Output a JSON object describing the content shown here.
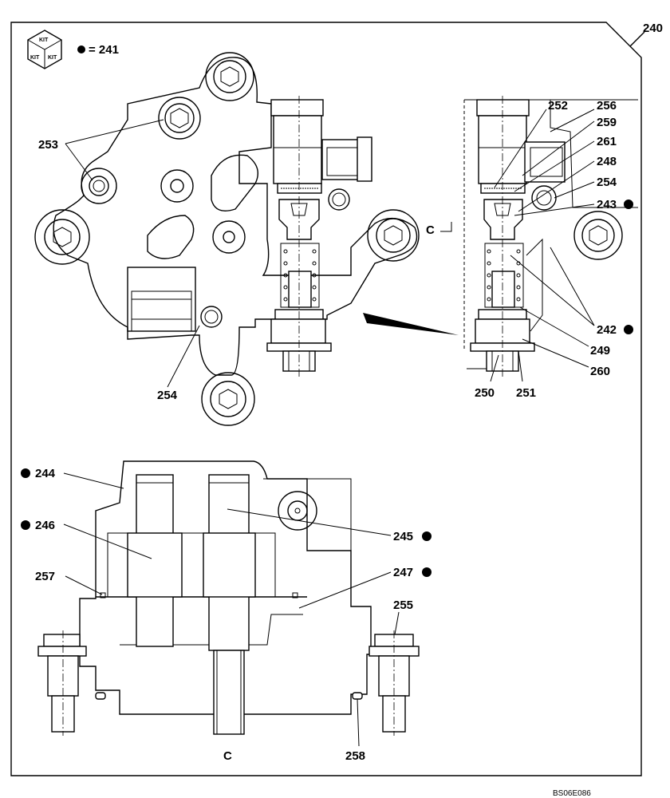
{
  "figure_number": "240",
  "kit_icon": {
    "name": "kit-cube-icon",
    "labels": [
      "KIT",
      "KIT",
      "KIT"
    ]
  },
  "kit_legend": {
    "bullet": "●",
    "text": "= 241"
  },
  "section_marker": "C",
  "section_view_label": "C",
  "reference_code": "BS06E086",
  "callouts": {
    "c253": "253",
    "c254_left": "254",
    "c252": "252",
    "c256": "256",
    "c259": "259",
    "c261": "261",
    "c248": "248",
    "c254_right": "254",
    "c243": "243",
    "c242": "242",
    "c249": "249",
    "c260": "260",
    "c250": "250",
    "c251": "251",
    "c244": "244",
    "c246": "246",
    "c257": "257",
    "c245": "245",
    "c247": "247",
    "c255": "255",
    "c258": "258"
  },
  "kit_marked_parts": [
    "243",
    "242",
    "244",
    "246",
    "245",
    "247"
  ]
}
